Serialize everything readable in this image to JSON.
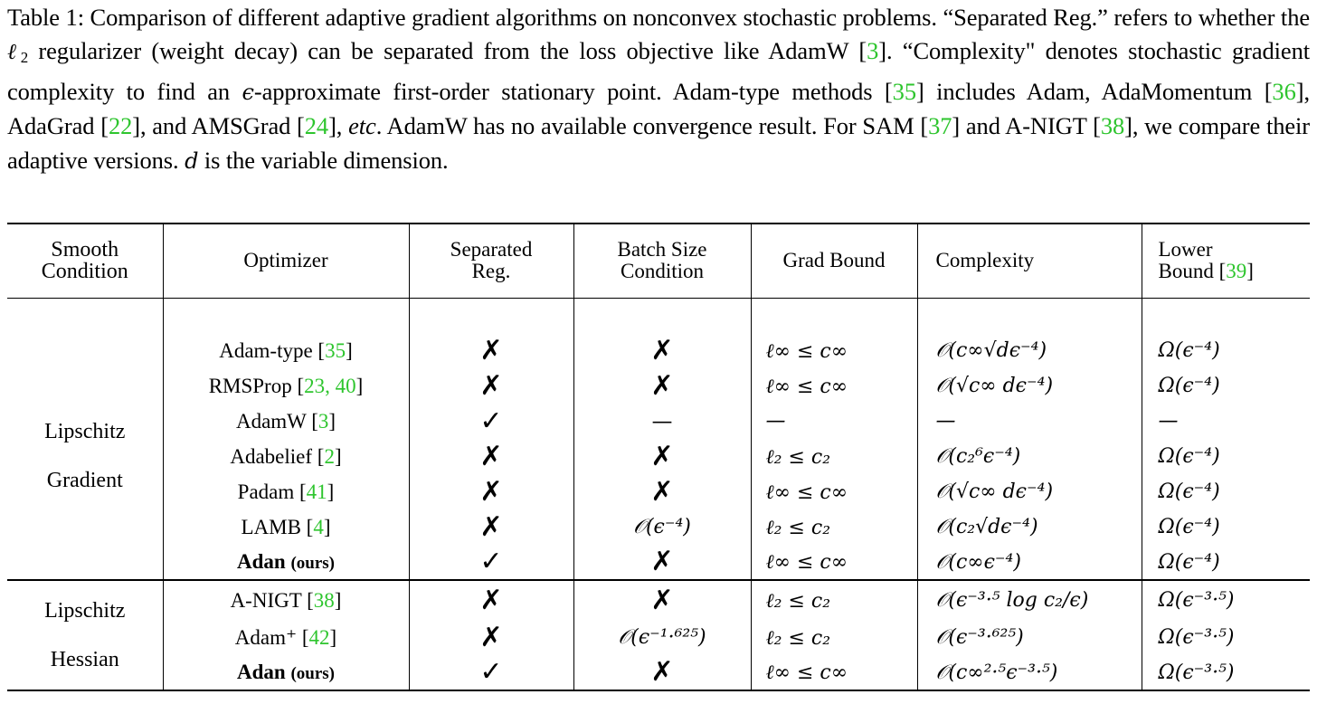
{
  "caption": {
    "p1": "Table 1: Comparison of different adaptive gradient algorithms on nonconvex stochastic problems. “Separated Reg.” refers to whether the ",
    "l2": "ℓ",
    "l2_sub": "2",
    "p2": " regularizer (weight decay) can be separated from the loss objective like AdamW [",
    "c3": "3",
    "p3": "]. “Complexity\" denotes stochastic gradient complexity to find an ",
    "eps": "ϵ",
    "p4": "-approximate first-order stationary point. Adam-type methods [",
    "c35": "35",
    "p5": "] includes Adam, AdaMomentum [",
    "c36": "36",
    "p6": "], AdaGrad [",
    "c22": "22",
    "p7": "], and AMSGrad [",
    "c24": "24",
    "p8": "], ",
    "etc": "etc",
    "p9": ". AdamW has no available convergence result. For SAM [",
    "c37": "37",
    "p10": "] and A-NIGT [",
    "c38": "38",
    "p11": "], we compare their adaptive versions. ",
    "d": "d",
    "p12": " is the variable dimension."
  },
  "header": {
    "smooth_l1": "Smooth",
    "smooth_l2": "Condition",
    "optimizer": "Optimizer",
    "sep_l1": "Separated",
    "sep_l2": "Reg.",
    "batch_l1": "Batch Size",
    "batch_l2": "Condition",
    "grad": "Grad Bound",
    "complexity": "Complexity",
    "lower_l1": "Lower",
    "lower_l2": "Bound [",
    "lower_cite": "39",
    "lower_close": "]"
  },
  "groups": {
    "g1_l1": "Lipschitz",
    "g1_l2": "Gradient",
    "g2_l1": "Lipschitz",
    "g2_l2": "Hessian"
  },
  "rows": [
    {
      "opt": "Adam-type [",
      "cite": "35",
      "close": "]",
      "sep": "✗",
      "batch": "✗",
      "grad": "ℓ∞ ≤ c∞",
      "complexity": "𝒪(c∞√dϵ⁻⁴)",
      "lower": "Ω(ϵ⁻⁴)"
    },
    {
      "opt": "RMSProp [",
      "cite": "23, 40",
      "close": "]",
      "sep": "✗",
      "batch": "✗",
      "grad": "ℓ∞ ≤ c∞",
      "complexity": "𝒪(√c∞ dϵ⁻⁴)",
      "lower": "Ω(ϵ⁻⁴)"
    },
    {
      "opt": "AdamW [",
      "cite": "3",
      "close": "]",
      "sep": "✓",
      "batch": "—",
      "grad": "—",
      "complexity": "—",
      "lower": "—"
    },
    {
      "opt": "Adabelief [",
      "cite": "2",
      "close": "]",
      "sep": "✗",
      "batch": "✗",
      "grad": "ℓ₂ ≤ c₂",
      "complexity": "𝒪(c₂⁶ϵ⁻⁴)",
      "lower": "Ω(ϵ⁻⁴)"
    },
    {
      "opt": "Padam [",
      "cite": "41",
      "close": "]",
      "sep": "✗",
      "batch": "✗",
      "grad": "ℓ∞ ≤ c∞",
      "complexity": "𝒪(√c∞ dϵ⁻⁴)",
      "lower": "Ω(ϵ⁻⁴)"
    },
    {
      "opt": "LAMB [",
      "cite": "4",
      "close": "]",
      "sep": "✗",
      "batch": "𝒪(ϵ⁻⁴)",
      "grad": "ℓ₂ ≤ c₂",
      "complexity": "𝒪(c₂√dϵ⁻⁴)",
      "lower": "Ω(ϵ⁻⁴)"
    },
    {
      "opt_bold": "Adan",
      "opt_small": "(ours)",
      "sep": "✓",
      "batch": "✗",
      "grad": "ℓ∞ ≤ c∞",
      "complexity": "𝒪(c∞ϵ⁻⁴)",
      "lower": "Ω(ϵ⁻⁴)"
    },
    {
      "opt": "A-NIGT [",
      "cite": "38",
      "close": "]",
      "sep": "✗",
      "batch": "✗",
      "grad": "ℓ₂ ≤ c₂",
      "complexity": "𝒪(ϵ⁻³·⁵ log c₂/ϵ)",
      "lower": "Ω(ϵ⁻³·⁵)"
    },
    {
      "opt": "Adam⁺ [",
      "cite": "42",
      "close": "]",
      "sep": "✗",
      "batch": "𝒪(ϵ⁻¹·⁶²⁵)",
      "grad": "ℓ₂ ≤ c₂",
      "complexity": "𝒪(ϵ⁻³·⁶²⁵)",
      "lower": "Ω(ϵ⁻³·⁵)"
    },
    {
      "opt_bold": "Adan",
      "opt_small": "(ours)",
      "sep": "✓",
      "batch": "✗",
      "grad": "ℓ∞ ≤ c∞",
      "complexity": "𝒪(c∞²·⁵ϵ⁻³·⁵)",
      "lower": "Ω(ϵ⁻³·⁵)"
    }
  ]
}
